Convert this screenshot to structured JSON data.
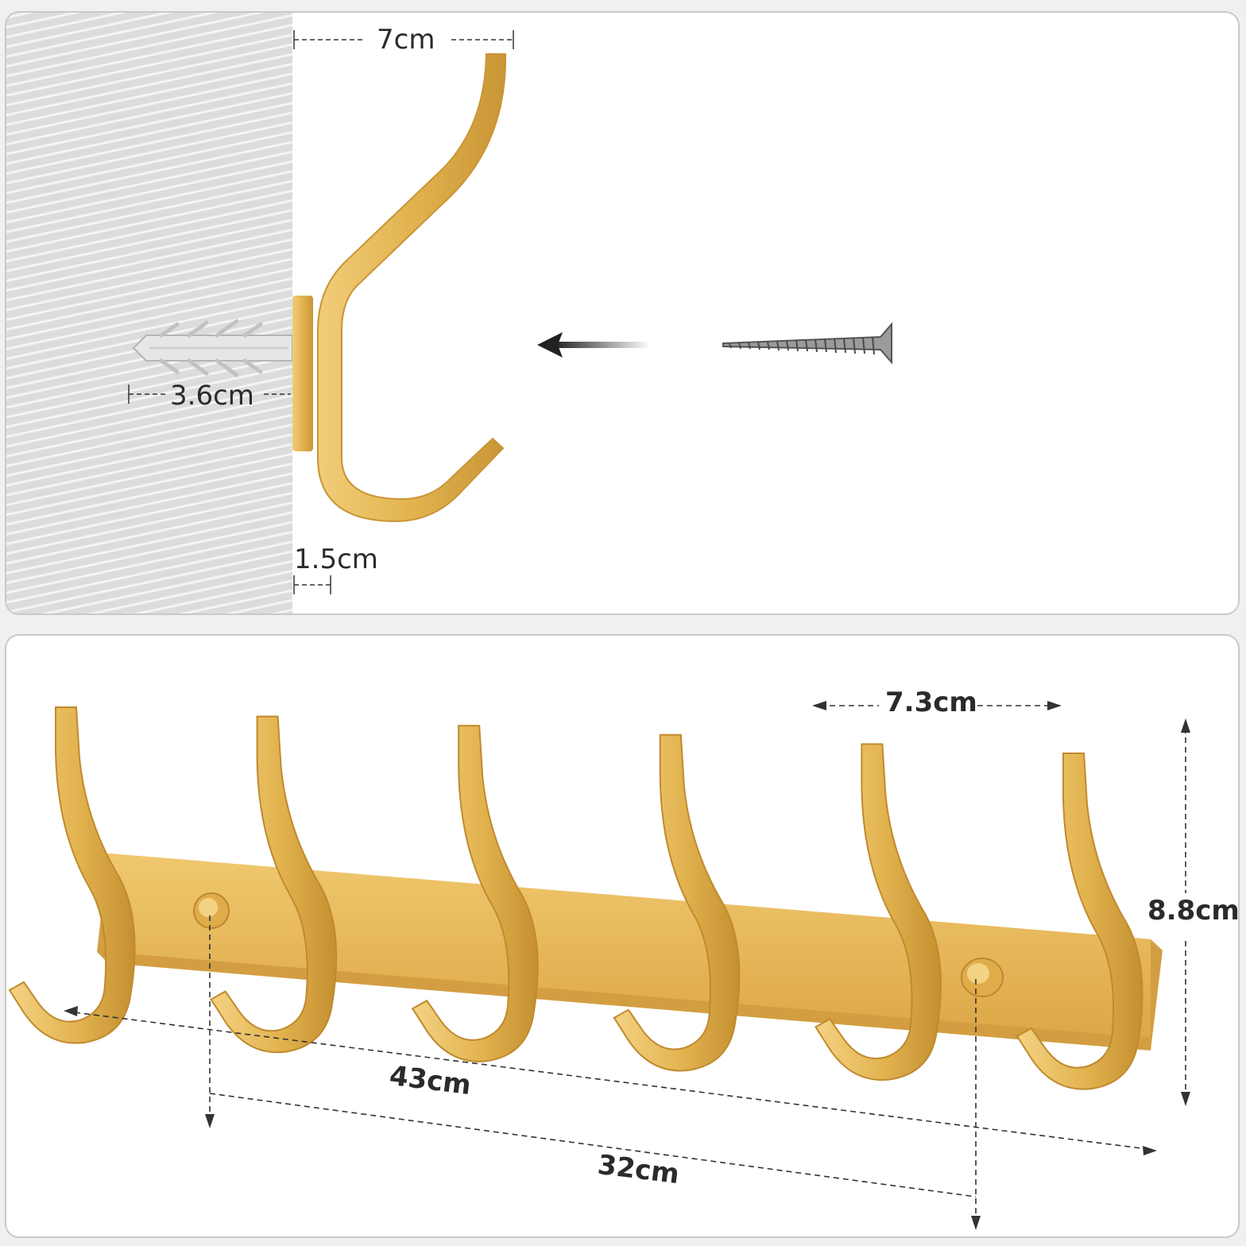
{
  "top_panel": {
    "dimensions": {
      "hook_depth": "7cm",
      "anchor_length": "3.6cm",
      "base_thickness": "1.5cm"
    }
  },
  "bottom_panel": {
    "dimensions": {
      "hook_spacing": "7.3cm",
      "height": "8.8cm",
      "total_length": "43cm",
      "screw_spacing": "32cm"
    },
    "hook_count": 6,
    "screw_count": 2
  },
  "colors": {
    "gold": "#e2b34f",
    "gold_dark": "#c99536",
    "gold_light": "#f1cd7a",
    "wall": "#d9d9d9",
    "dim_line": "#333333"
  }
}
